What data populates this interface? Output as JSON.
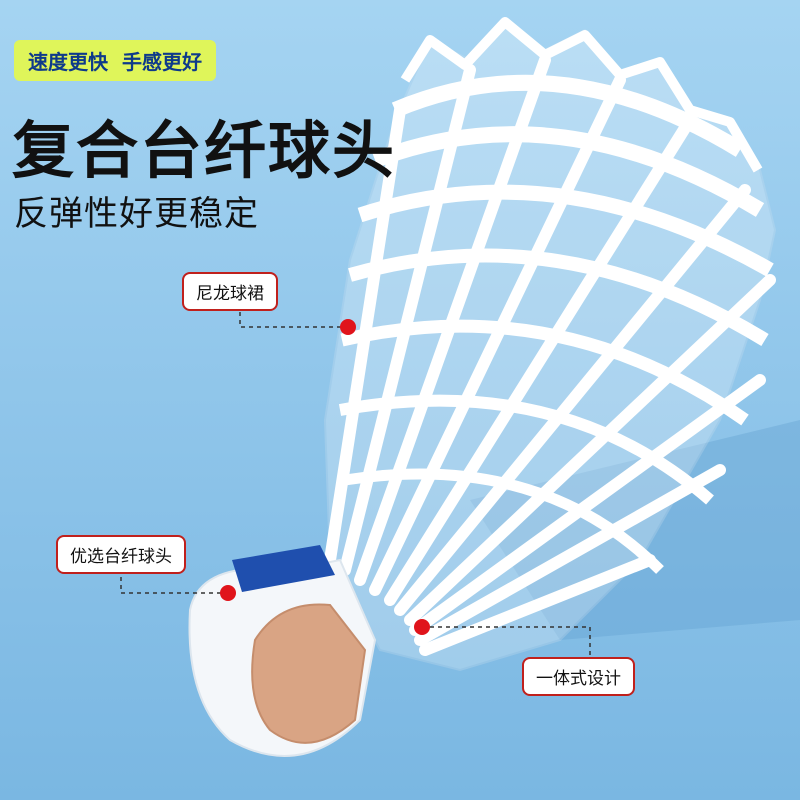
{
  "badge": {
    "left": "速度更快",
    "right": "手感更好"
  },
  "headline": "复合台纤球头",
  "subheadline": "反弹性好更稳定",
  "callouts": {
    "skirt": "尼龙球裙",
    "head": "优选台纤球头",
    "integrated": "一体式设计"
  },
  "colors": {
    "background": "#8fc6ea",
    "badge": "#dff55a",
    "badge_text": "#0e3a8a",
    "marker": "#e0141b",
    "band": "#1f4fae",
    "cork": "#d9a484"
  }
}
